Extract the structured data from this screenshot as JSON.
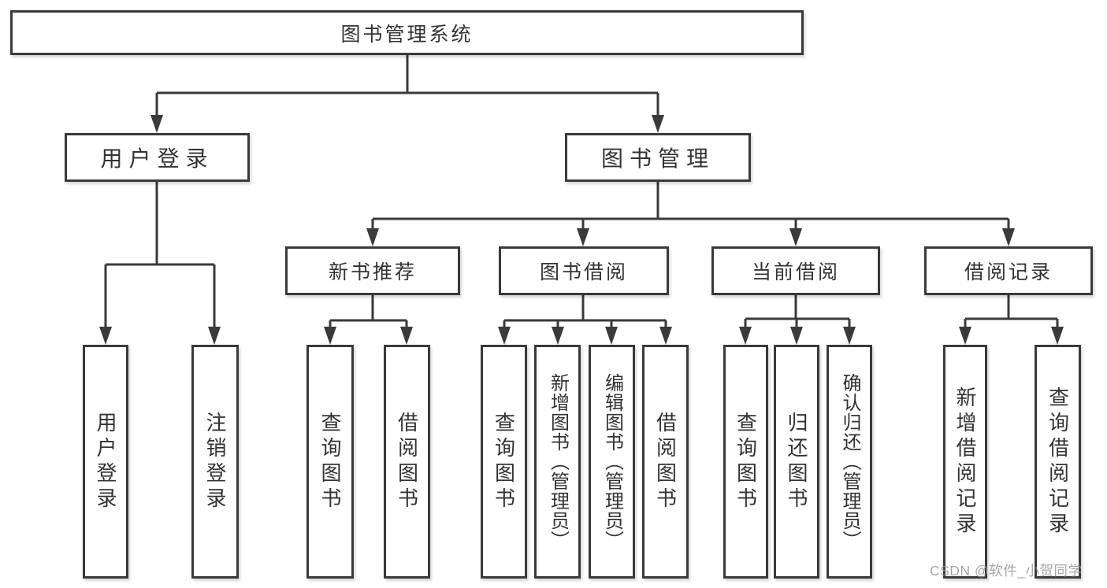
{
  "tree": {
    "root": {
      "label": "图书管理系统",
      "children": [
        {
          "label": "用户登录",
          "children": [
            {
              "label": "用户登录"
            },
            {
              "label": "注销登录"
            }
          ]
        },
        {
          "label": "图书管理",
          "children": [
            {
              "label": "新书推荐",
              "children": [
                {
                  "label": "查询图书"
                },
                {
                  "label": "借阅图书"
                }
              ]
            },
            {
              "label": "图书借阅",
              "children": [
                {
                  "label": "查询图书"
                },
                {
                  "label": "新增图书（管理员）"
                },
                {
                  "label": "编辑图书（管理员）"
                },
                {
                  "label": "借阅图书"
                }
              ]
            },
            {
              "label": "当前借阅",
              "children": [
                {
                  "label": "查询图书"
                },
                {
                  "label": "归还图书"
                },
                {
                  "label": "确认归还（管理员）"
                }
              ]
            },
            {
              "label": "借阅记录",
              "children": [
                {
                  "label": "新增借阅记录"
                },
                {
                  "label": "查询借阅记录"
                }
              ]
            }
          ]
        }
      ]
    }
  },
  "watermark": {
    "text": "CSDN @软件_小贺同学"
  },
  "colors": {
    "line": "#3a3a3a",
    "text": "#333333",
    "background": "#ffffff",
    "watermark": "#969696"
  }
}
